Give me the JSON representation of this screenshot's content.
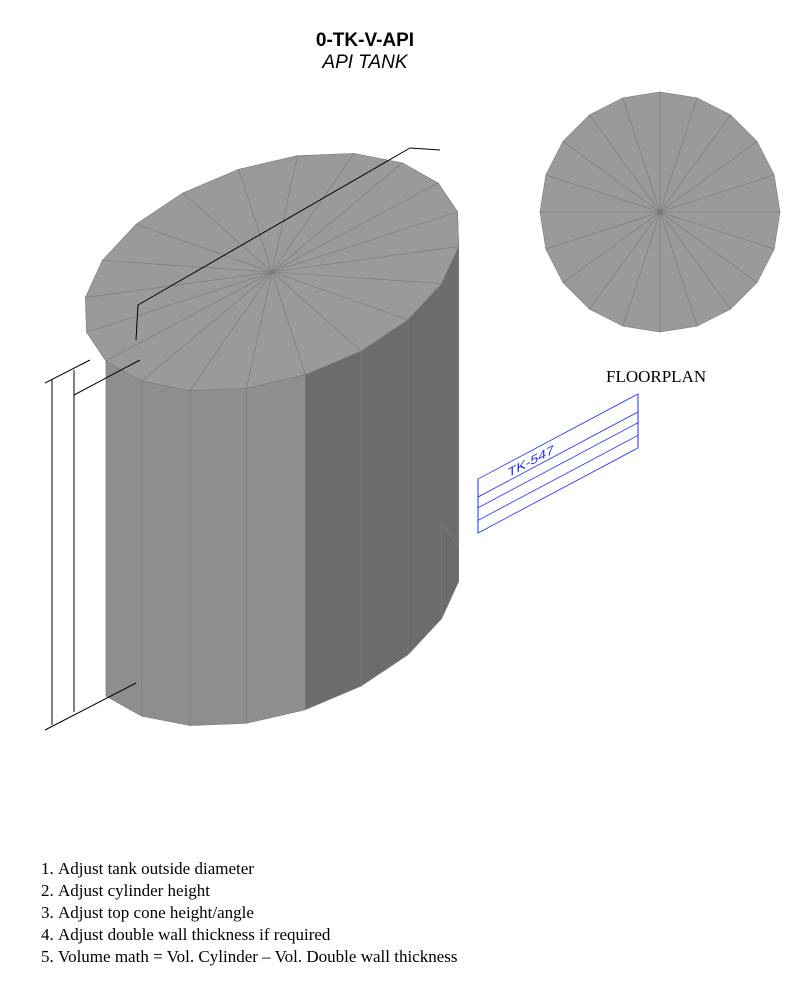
{
  "header": {
    "title": "0-TK-V-API",
    "subtitle": "API TANK"
  },
  "floorplan": {
    "label": "FLOORPLAN"
  },
  "tag": {
    "id": "TK-547",
    "color": "#1a2cff"
  },
  "colors": {
    "top": "#9a9a9a",
    "side_light": "#8e8e8e",
    "side_dark": "#6c6c6c",
    "edge": "#7a7a7a"
  },
  "notes": [
    "Adjust tank outside diameter",
    "Adjust cylinder height",
    "Adjust top cone height/angle",
    "Adjust double wall thickness if required",
    "Volume math = Vol. Cylinder – Vol. Double wall thickness"
  ]
}
